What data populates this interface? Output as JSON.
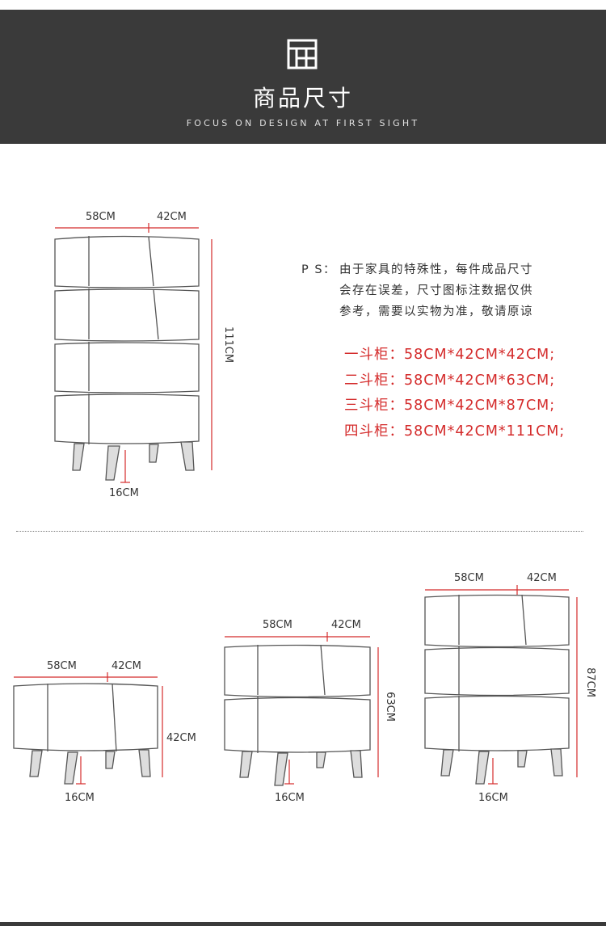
{
  "header": {
    "title": "商品尺寸",
    "subtitle": "FOCUS ON DESIGN AT FIRST SIGHT",
    "icon": "grid-cabinet-icon"
  },
  "note": {
    "prefix": "P S：",
    "lines": [
      "由于家具的特殊性，每件成品尺寸",
      "会存在误差，尺寸图标注数据仅供",
      "参考，需要以实物为准，敬请原谅"
    ]
  },
  "specs": [
    {
      "label": "一斗柜：",
      "value": "58CM*42CM*42CM;"
    },
    {
      "label": "二斗柜：",
      "value": "58CM*42CM*63CM;"
    },
    {
      "label": "三斗柜：",
      "value": "58CM*42CM*87CM;"
    },
    {
      "label": "四斗柜：",
      "value": "58CM*42CM*111CM;"
    }
  ],
  "diagrams": {
    "four": {
      "width": "58CM",
      "depth": "42CM",
      "height": "111CM",
      "leg": "16CM"
    },
    "one": {
      "width": "58CM",
      "depth": "42CM",
      "height": "42CM",
      "leg": "16CM"
    },
    "two": {
      "width": "58CM",
      "depth": "42CM",
      "height": "63CM",
      "leg": "16CM"
    },
    "three": {
      "width": "58CM",
      "depth": "42CM",
      "height": "87CM",
      "leg": "16CM"
    }
  },
  "colors": {
    "header_bg": "#3a3a3a",
    "accent_red": "#d42b2b",
    "line": "#555555"
  }
}
